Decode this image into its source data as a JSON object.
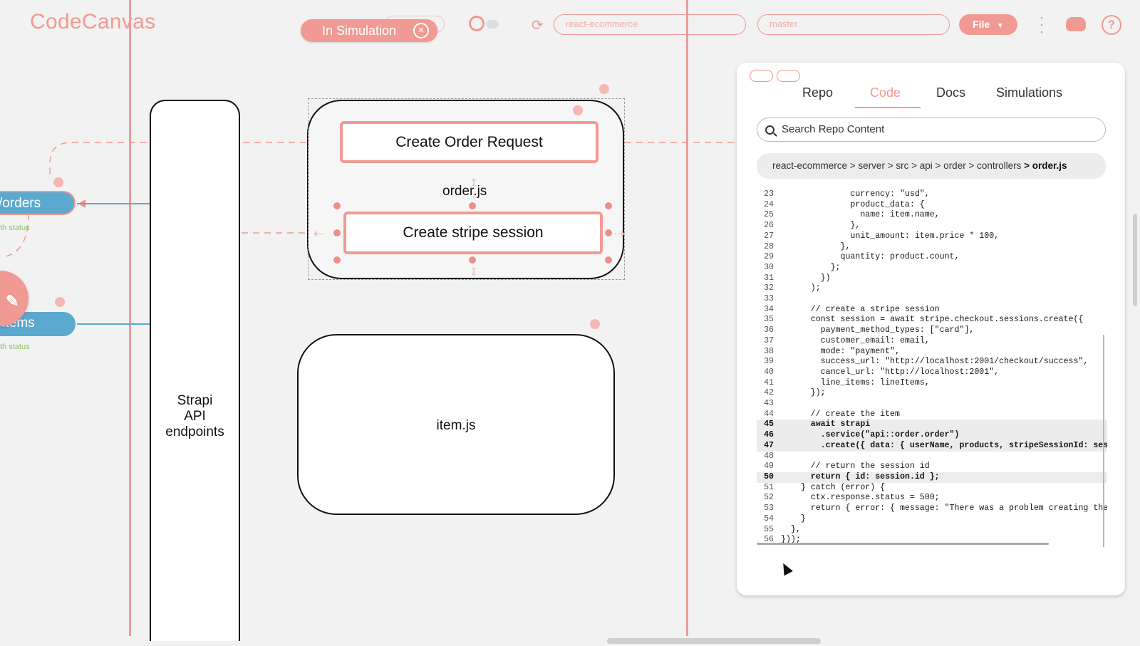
{
  "app": {
    "title": "CodeCanvas"
  },
  "toolbar": {
    "simulation_label": "In Simulation",
    "simulation_close": "×",
    "repo_field": "react-ecommerce",
    "branch_field": "master",
    "file_button": "File",
    "help_label": "?"
  },
  "canvas": {
    "strapi_label_lines": [
      "Strapi",
      "API",
      "endpoints"
    ],
    "order_file_label": "order.js",
    "item_file_label": "item.js",
    "functions": [
      "Create Order Request",
      "Create stripe session"
    ],
    "endpoints": [
      {
        "label": "/orders",
        "status": "th status"
      },
      {
        "label": "/items",
        "status": "th status"
      }
    ]
  },
  "panel": {
    "tabs": [
      "Repo",
      "Code",
      "Docs",
      "Simulations"
    ],
    "active_tab": "Code",
    "search_placeholder": "Search Repo Content",
    "breadcrumb": [
      "react-ecommerce",
      "> server",
      "> src",
      "> api",
      "> order",
      "> controllers",
      "> order.js"
    ],
    "code_lines": [
      {
        "n": "23",
        "t": "              currency: \"usd\","
      },
      {
        "n": "24",
        "t": "              product_data: {"
      },
      {
        "n": "25",
        "t": "                name: item.name,"
      },
      {
        "n": "26",
        "t": "              },"
      },
      {
        "n": "27",
        "t": "              unit_amount: item.price * 100,"
      },
      {
        "n": "28",
        "t": "            },"
      },
      {
        "n": "29",
        "t": "            quantity: product.count,"
      },
      {
        "n": "30",
        "t": "          };"
      },
      {
        "n": "31",
        "t": "        })"
      },
      {
        "n": "32",
        "t": "      );"
      },
      {
        "n": "33",
        "t": ""
      },
      {
        "n": "34",
        "t": "      // create a stripe session"
      },
      {
        "n": "35",
        "t": "      const session = await stripe.checkout.sessions.create({"
      },
      {
        "n": "36",
        "t": "        payment_method_types: [\"card\"],"
      },
      {
        "n": "37",
        "t": "        customer_email: email,"
      },
      {
        "n": "38",
        "t": "        mode: \"payment\","
      },
      {
        "n": "39",
        "t": "        success_url: \"http://localhost:2001/checkout/success\","
      },
      {
        "n": "40",
        "t": "        cancel_url: \"http://localhost:2001\","
      },
      {
        "n": "41",
        "t": "        line_items: lineItems,"
      },
      {
        "n": "42",
        "t": "      });"
      },
      {
        "n": "43",
        "t": ""
      },
      {
        "n": "44",
        "t": "      // create the item"
      },
      {
        "n": "45",
        "t": "      await strapi",
        "hl": true
      },
      {
        "n": "46",
        "t": "        .service(\"api::order.order\")",
        "hl": true
      },
      {
        "n": "47",
        "t": "        .create({ data: { userName, products, stripeSessionId: sess",
        "hl": true
      },
      {
        "n": "48",
        "t": ""
      },
      {
        "n": "49",
        "t": "      // return the session id"
      },
      {
        "n": "50",
        "t": "      return { id: session.id };",
        "hl": true
      },
      {
        "n": "51",
        "t": "    } catch (error) {"
      },
      {
        "n": "52",
        "t": "      ctx.response.status = 500;"
      },
      {
        "n": "53",
        "t": "      return { error: { message: \"There was a problem creating the"
      },
      {
        "n": "54",
        "t": "    }"
      },
      {
        "n": "55",
        "t": "  },"
      },
      {
        "n": "56",
        "t": "}));"
      }
    ]
  },
  "colors": {
    "accent": "#f19a93",
    "endpoint": "#5ca9cf",
    "status_green": "#8fc466"
  }
}
